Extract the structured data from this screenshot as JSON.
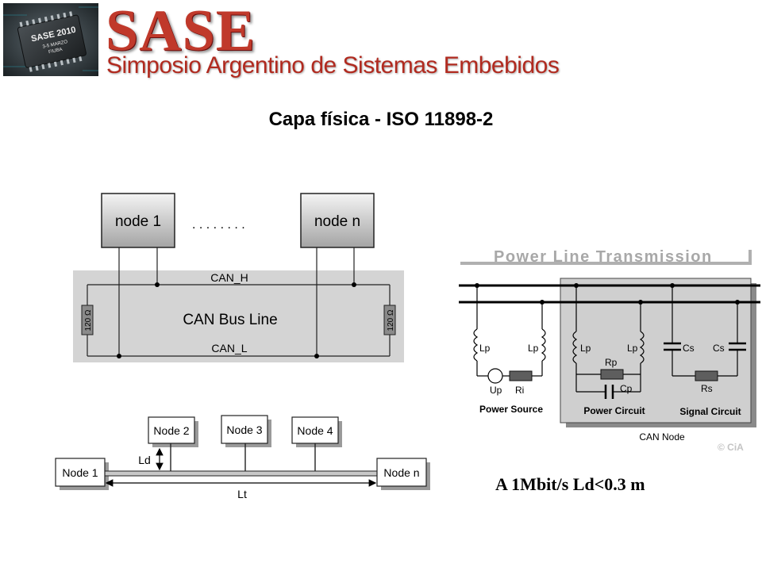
{
  "header": {
    "logo_text": "SASE 2010",
    "logo_subtext_1": "3-5 MARZO",
    "logo_subtext_2": "FIUBA",
    "brand_title": "SASE",
    "brand_subtitle": "Simposio Argentino de Sistemas Embebidos"
  },
  "slide": {
    "title": "Capa física - ISO 11898-2",
    "note": "A 1Mbit/s Ld<0.3 m"
  },
  "bus_diagram": {
    "node_first": "node 1",
    "node_last": "node n",
    "dots": ". . . . . . . .",
    "line_high": "CAN_H",
    "line_low": "CAN_L",
    "bus_label": "CAN Bus Line",
    "termination": "120 Ω"
  },
  "topology_diagram": {
    "nodes": [
      "Node 1",
      "Node 2",
      "Node 3",
      "Node 4",
      "Node n"
    ],
    "drop_length": "Ld",
    "total_length": "Lt"
  },
  "power_diagram": {
    "title": "Power Line Transmission",
    "source_labels": {
      "lp": "Lp",
      "up": "Up",
      "ri": "Ri",
      "caption": "Power Source"
    },
    "power_circuit": {
      "lp": "Lp",
      "rp": "Rp",
      "cp": "Cp",
      "caption": "Power Circuit"
    },
    "signal_circuit": {
      "cs": "Cs",
      "rs": "Rs",
      "caption": "Signal Circuit"
    },
    "node_caption": "CAN Node",
    "copyright": "© CiA"
  }
}
